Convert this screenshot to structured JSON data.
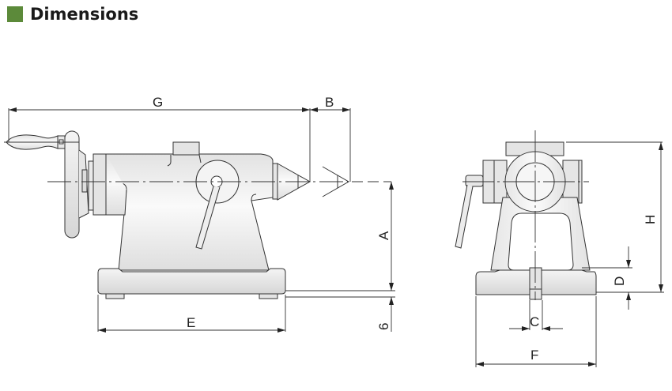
{
  "header": {
    "title": "Dimensions",
    "accent_color": "#5c8a3a"
  },
  "diagram": {
    "side_view": {
      "labels": {
        "G": "G",
        "B": "B",
        "A": "A",
        "E": "E",
        "six": "6"
      }
    },
    "front_view": {
      "labels": {
        "H": "H",
        "D": "D",
        "C": "C",
        "F": "F"
      }
    },
    "colors": {
      "line": "#333333",
      "fill_light": "#f2f2f2",
      "fill_dark": "#dcdcdc"
    }
  }
}
